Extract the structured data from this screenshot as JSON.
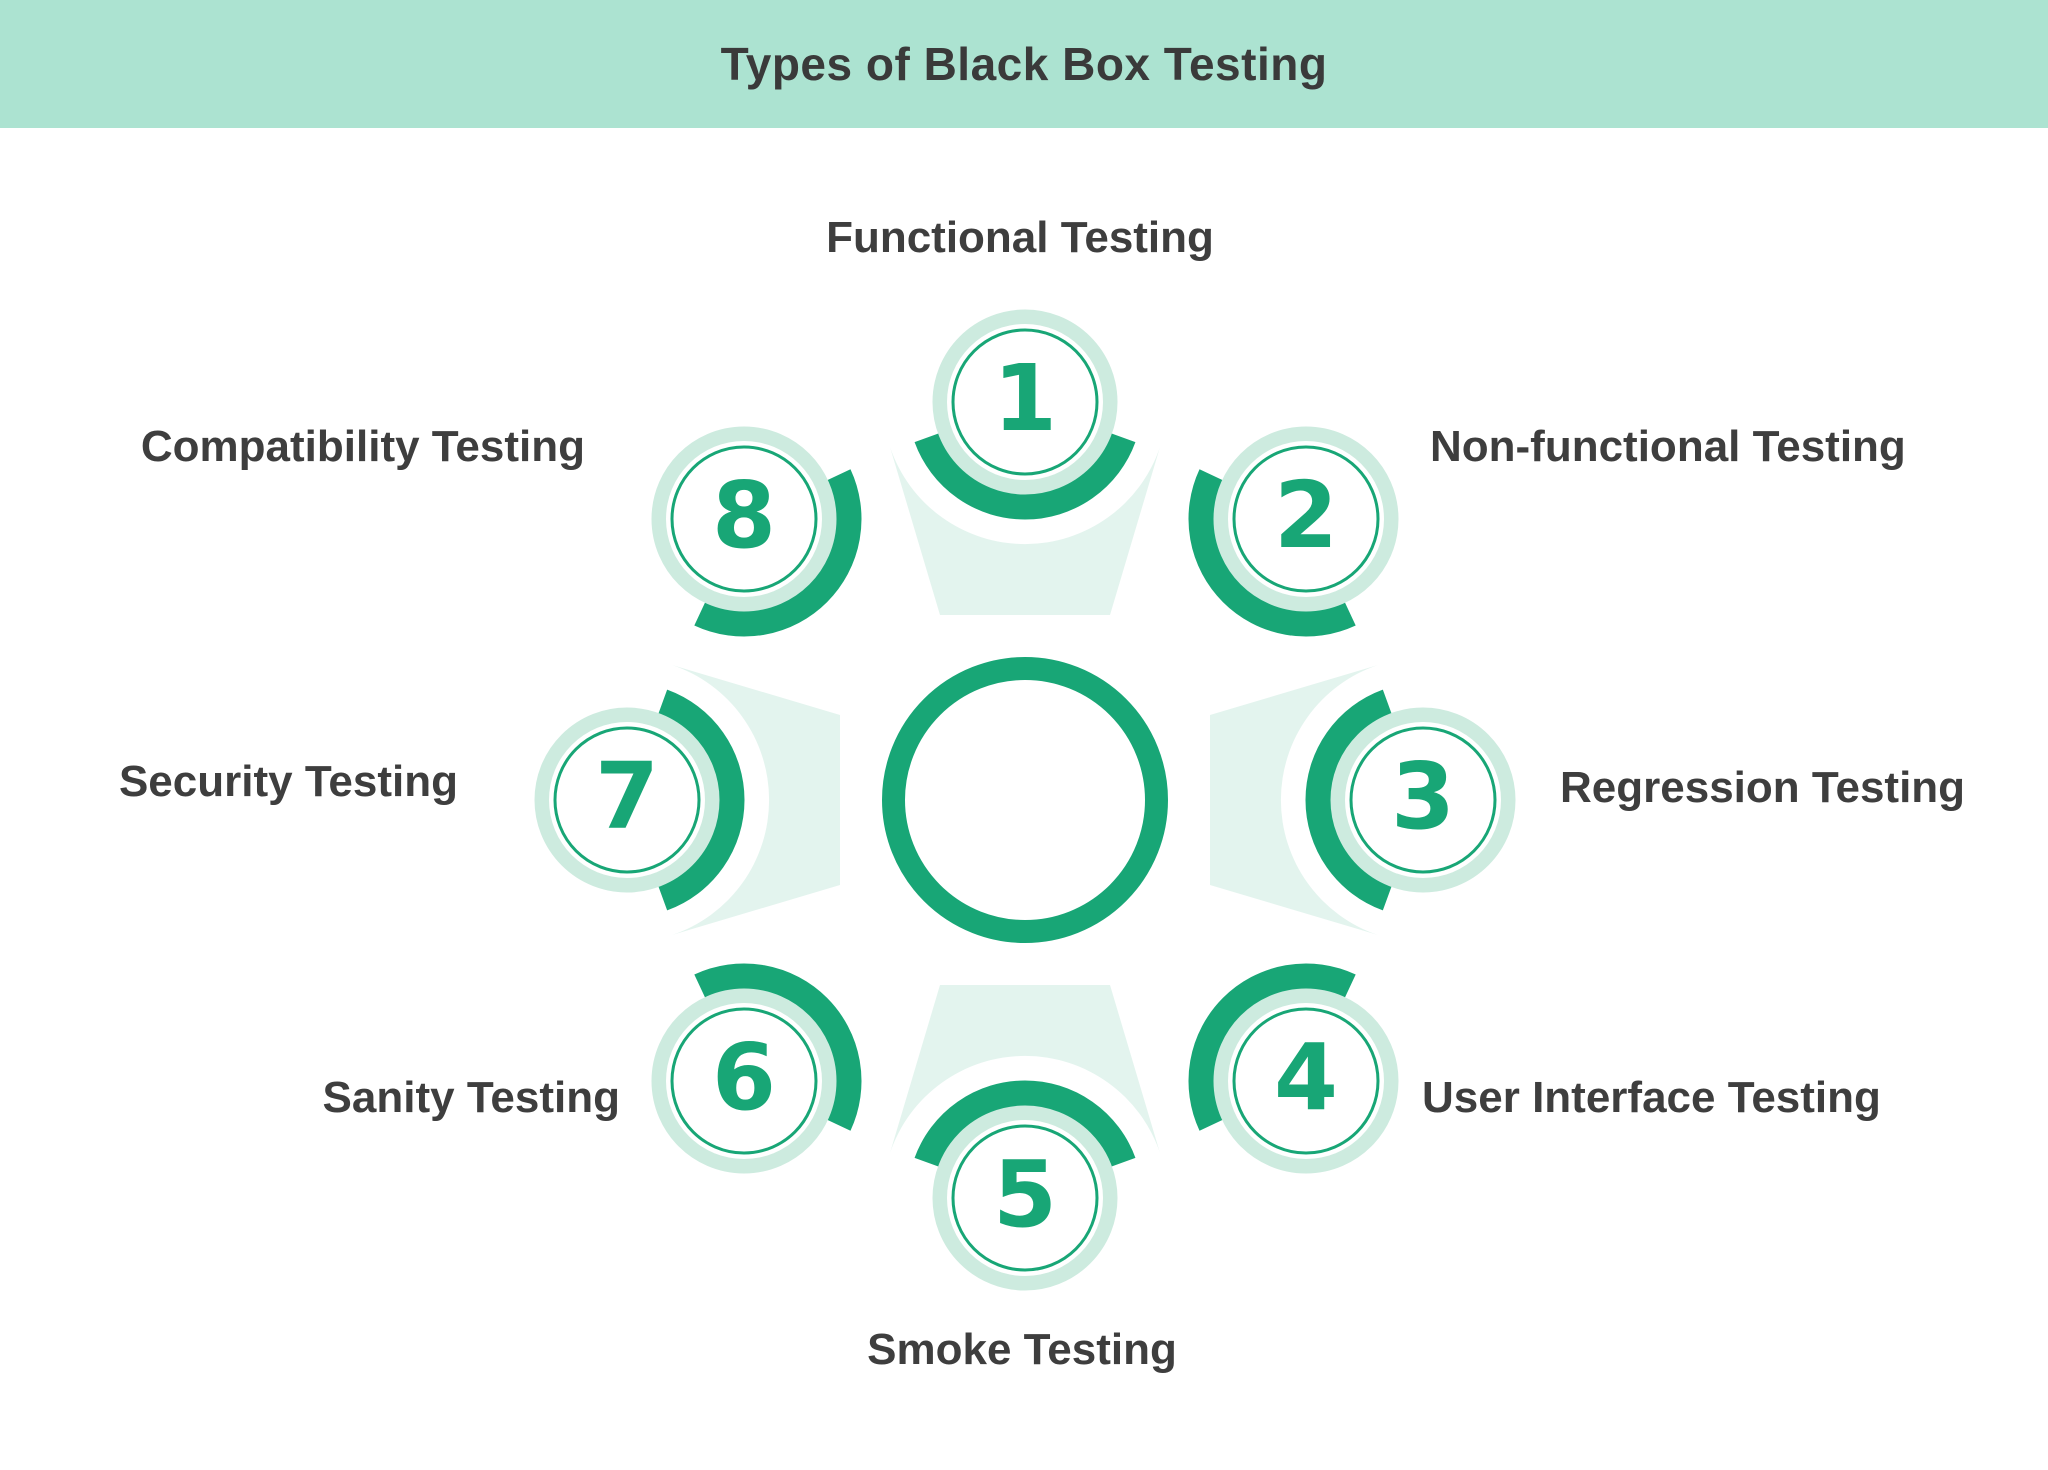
{
  "title": "Types of Black Box Testing",
  "nodes": [
    {
      "number": "1",
      "label": "Functional Testing"
    },
    {
      "number": "2",
      "label": "Non-functional Testing"
    },
    {
      "number": "3",
      "label": "Regression Testing"
    },
    {
      "number": "4",
      "label": "User Interface Testing"
    },
    {
      "number": "5",
      "label": "Smoke Testing"
    },
    {
      "number": "6",
      "label": "Sanity Testing"
    },
    {
      "number": "7",
      "label": "Security Testing"
    },
    {
      "number": "8",
      "label": "Compatibility Testing"
    }
  ],
  "colors": {
    "header_background": "#ACE3D1",
    "accent_green": "#18A676",
    "light_ring": "#CDEBDF",
    "wedge": "#E3F4EE",
    "text_dark": "#3E3E3E",
    "background": "#FFFFFF"
  }
}
